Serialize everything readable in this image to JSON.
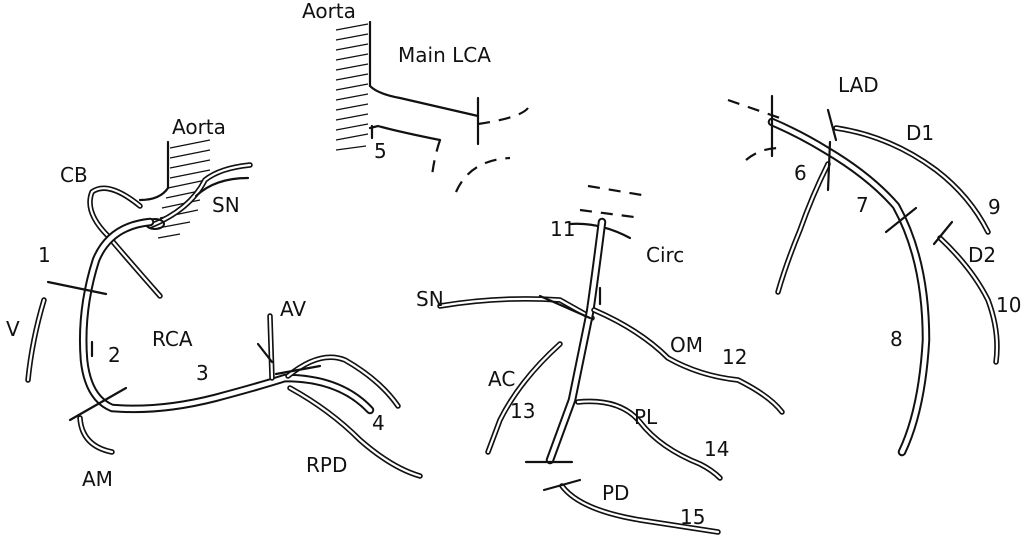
{
  "labels": {
    "aorta_top": "Aorta",
    "main_lca": "Main LCA",
    "seg_5": "5",
    "aorta_left": "Aorta",
    "cb": "CB",
    "sn_left": "SN",
    "seg_1": "1",
    "v": "V",
    "seg_2": "2",
    "rca": "RCA",
    "seg_3": "3",
    "av": "AV",
    "seg_4": "4",
    "rpd": "RPD",
    "am": "AM",
    "seg_11": "11",
    "circ": "Circ",
    "sn_mid": "SN",
    "om": "OM",
    "seg_12": "12",
    "ac": "AC",
    "seg_13": "13",
    "pl": "PL",
    "seg_14": "14",
    "pd": "PD",
    "seg_15": "15",
    "lad": "LAD",
    "d1": "D1",
    "seg_6": "6",
    "seg_7": "7",
    "seg_9": "9",
    "d2": "D2",
    "seg_10": "10",
    "seg_8": "8"
  }
}
